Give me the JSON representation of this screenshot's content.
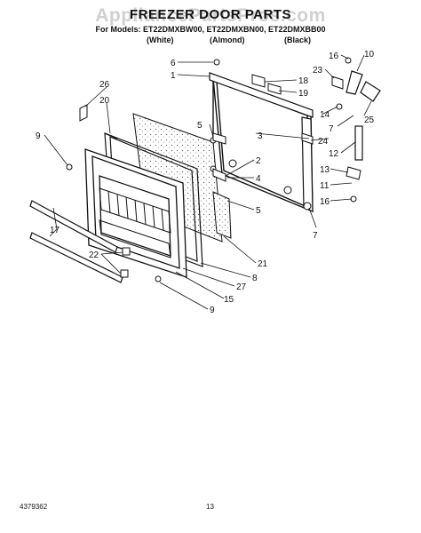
{
  "watermark": "AppliancePartsPros.com",
  "title": "FREEZER DOOR PARTS",
  "models_line": "For Models: ET22DMXBW00, ET22DMXBN00, ET22DMXBB00",
  "colors": {
    "white": "(White)",
    "almond": "(Almond)",
    "black": "(Black)"
  },
  "footer": {
    "code": "4379362",
    "page": "13"
  },
  "callouts": [
    {
      "name": "6",
      "text": "6"
    },
    {
      "name": "1",
      "text": "1"
    },
    {
      "name": "16-top",
      "text": "16"
    },
    {
      "name": "10",
      "text": "10"
    },
    {
      "name": "23",
      "text": "23"
    },
    {
      "name": "18",
      "text": "18"
    },
    {
      "name": "19",
      "text": "19"
    },
    {
      "name": "26",
      "text": "26"
    },
    {
      "name": "20",
      "text": "20"
    },
    {
      "name": "14",
      "text": "14"
    },
    {
      "name": "25",
      "text": "25"
    },
    {
      "name": "7-top",
      "text": "7"
    },
    {
      "name": "5-top",
      "text": "5"
    },
    {
      "name": "3",
      "text": "3"
    },
    {
      "name": "24",
      "text": "24"
    },
    {
      "name": "9-left",
      "text": "9"
    },
    {
      "name": "12",
      "text": "12"
    },
    {
      "name": "2",
      "text": "2"
    },
    {
      "name": "13",
      "text": "13"
    },
    {
      "name": "4",
      "text": "4"
    },
    {
      "name": "11",
      "text": "11"
    },
    {
      "name": "5-mid",
      "text": "5"
    },
    {
      "name": "16-bottom",
      "text": "16"
    },
    {
      "name": "7-bottom",
      "text": "7"
    },
    {
      "name": "17",
      "text": "17"
    },
    {
      "name": "21",
      "text": "21"
    },
    {
      "name": "22",
      "text": "22"
    },
    {
      "name": "8",
      "text": "8"
    },
    {
      "name": "27",
      "text": "27"
    },
    {
      "name": "15",
      "text": "15"
    },
    {
      "name": "9-bottom",
      "text": "9"
    }
  ]
}
